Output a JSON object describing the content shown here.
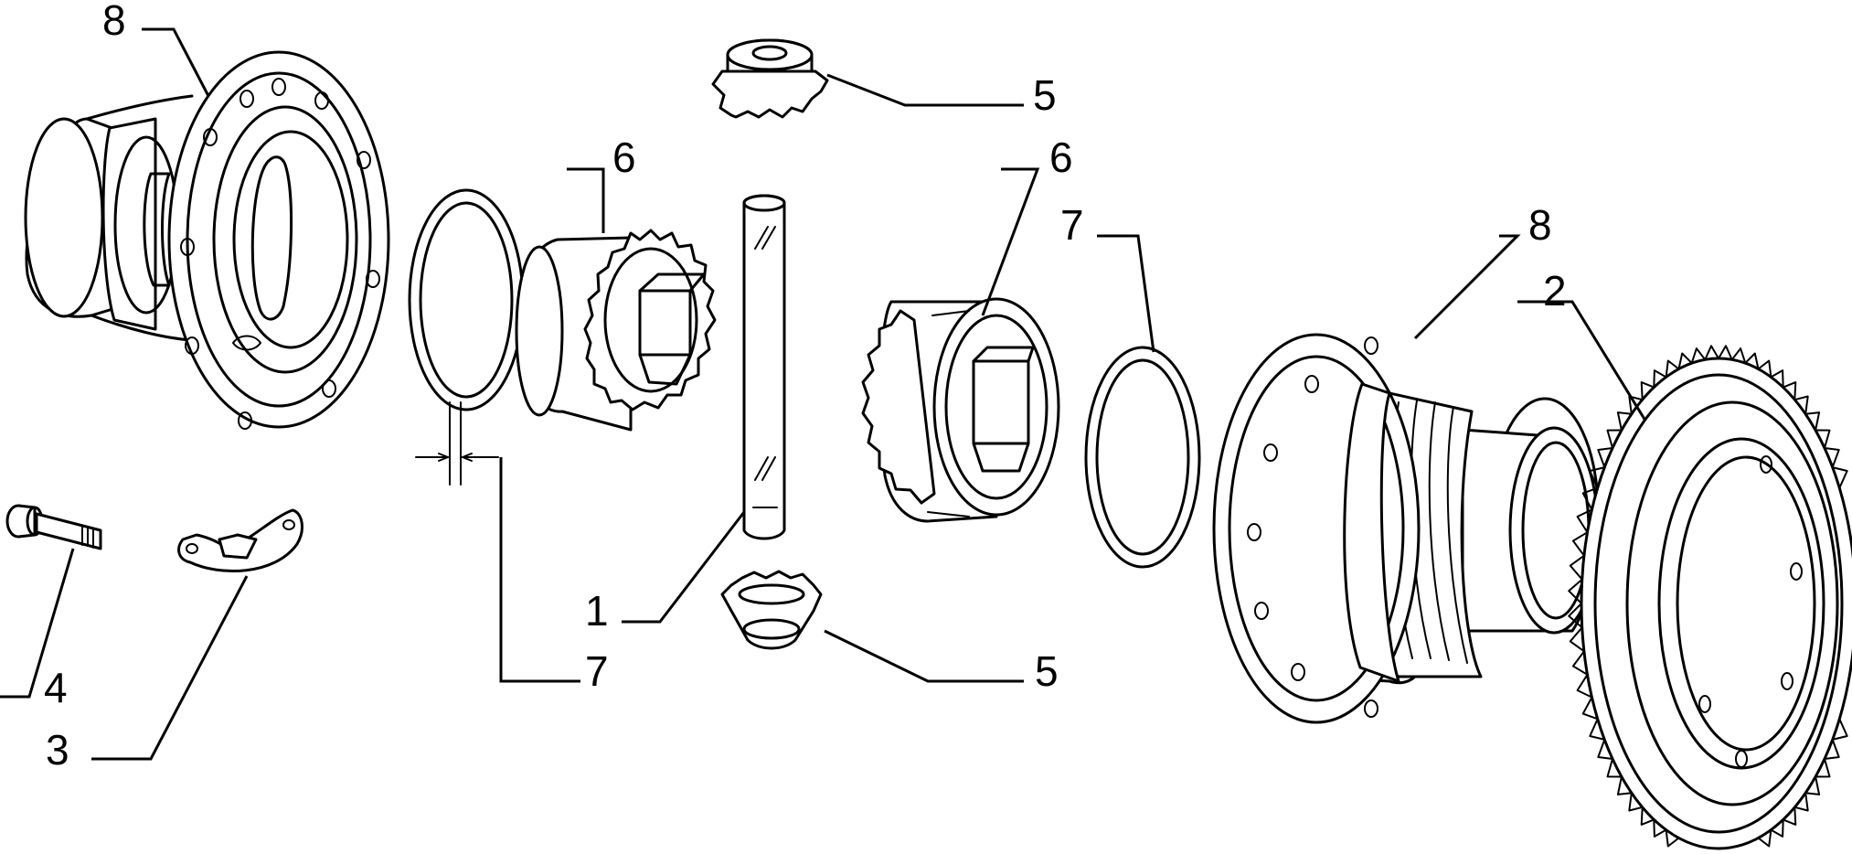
{
  "callouts": {
    "housing_left": "8",
    "pinion_top": "5",
    "side_gear_left": "6",
    "side_gear_right": "6",
    "shim_right": "7",
    "housing_right": "8",
    "ring_gear": "2",
    "pin_shaft": "1",
    "shim_left": "7",
    "pinion_bottom": "5",
    "bolt": "4",
    "lock_plate": "3"
  }
}
